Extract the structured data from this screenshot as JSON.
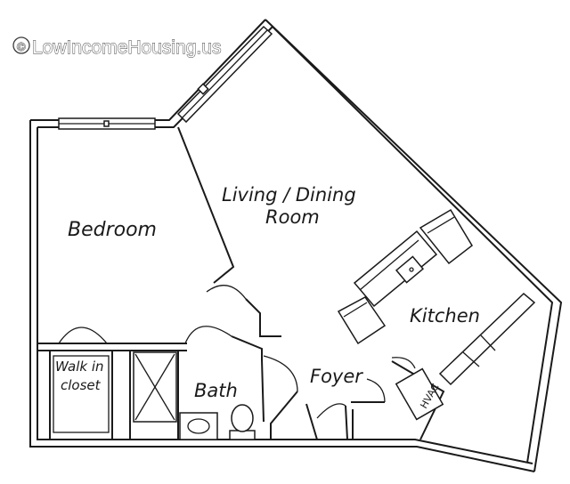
{
  "watermark": {
    "text": "LowIncomeHousing.us",
    "symbol": "©"
  },
  "rooms": {
    "bedroom": "Bedroom",
    "living_line1": "Living / Dining",
    "living_line2": "Room",
    "kitchen": "Kitchen",
    "walk_in_line1": "Walk in",
    "walk_in_line2": "closet",
    "bath": "Bath",
    "foyer": "Foyer",
    "hvac": "HVAC"
  }
}
